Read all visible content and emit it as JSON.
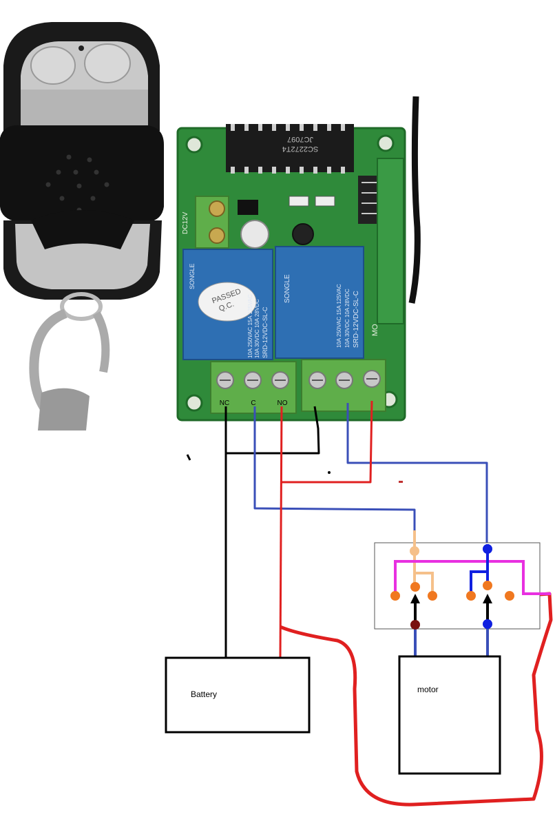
{
  "board": {
    "chip_text": "SC2272T4",
    "chip_text2": "JC7097",
    "power_label": "DC12V",
    "relay_left_brand": "SONGLE",
    "relay_left_model": "SRD-12VDC-SL-C",
    "relay_left_spec1": "10A 250VAC 15A 125VAC",
    "relay_left_spec2": "10A 30VDC 10A 28VDC",
    "relay_right_brand": "SONGLE",
    "relay_right_model": "SRD-12VDC-SL-C",
    "relay_right_spec1": "10A 250VAC 15A 125VAC",
    "relay_right_spec2": "10A 30VDC 10A 28VDC",
    "qc_line1": "PASSED",
    "qc_line2": "Q.C.",
    "mo_label": "MO"
  },
  "terminals": {
    "nc": "NC",
    "c": "C",
    "no": "NO"
  },
  "components": {
    "battery": "Battery",
    "motor": "motor"
  },
  "colors": {
    "pcb": "#2f8a3a",
    "relay": "#2e6fb3",
    "terminal": "#5fae4a",
    "wire_black": "#000000",
    "wire_blue": "#3a4fb8",
    "wire_red": "#e02020",
    "wire_magenta": "#e830e0",
    "wire_peach": "#f5c08a",
    "dot_orange": "#f07820",
    "dot_blue": "#1020e0",
    "dot_darkred": "#7a1010"
  }
}
